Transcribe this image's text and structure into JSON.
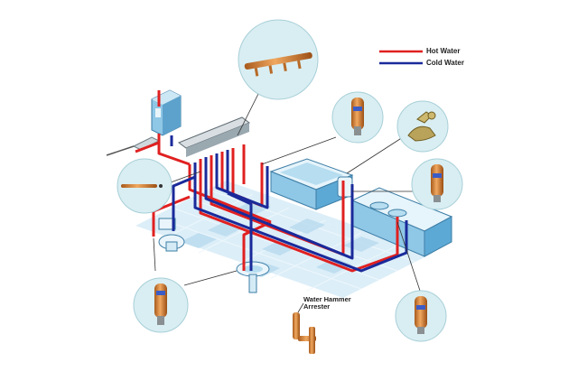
{
  "legend": {
    "hot_label": "Hot Water",
    "cold_label": "Cold Water",
    "hot_color": "#e02020",
    "cold_color": "#1a2a9a"
  },
  "labels": {
    "arrester_line1": "Water Hammer",
    "arrester_line2": "Arrester"
  },
  "colors": {
    "floor_tile": "#cfe6f5",
    "fixture_blue": "#8fc7e6",
    "copper": "#d2843a",
    "callout_bg": "#d9eef2"
  },
  "components": [
    "water-heater",
    "manifold",
    "bathtub",
    "kitchen-sink",
    "toilet",
    "lavatory-sink",
    "water-hammer-arrester"
  ]
}
